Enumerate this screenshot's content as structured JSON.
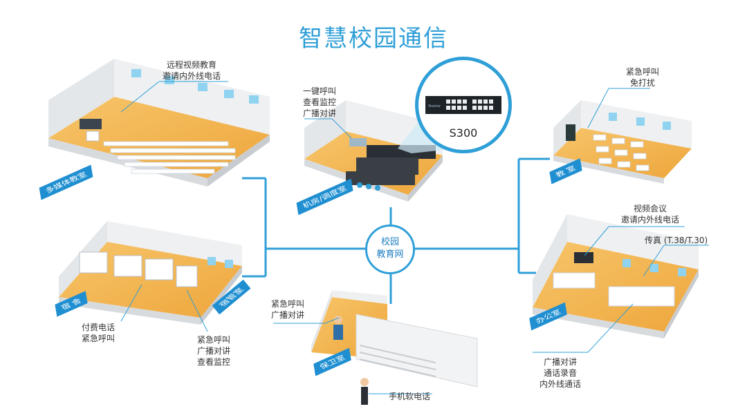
{
  "title": "智慧校园通信",
  "hub": {
    "line1": "校园",
    "line2": "教育网"
  },
  "device": {
    "name": "S300",
    "brand_mark": "Yeastar"
  },
  "rooms": {
    "multimedia": {
      "tag": "多媒体教室",
      "note_line1": "远程视频教育",
      "note_line2": "邀请内外线电话"
    },
    "control": {
      "tag": "机房/调度室",
      "note_line1": "一键呼叫",
      "note_line2": "查看监控",
      "note_line3": "广播对讲"
    },
    "classroom": {
      "tag": "教 室",
      "note_line1": "紧急呼叫",
      "note_line2": "免打扰"
    },
    "dorm": {
      "tag": "宿 舍",
      "tag2": "宿管室",
      "note_a_line1": "付费电话",
      "note_a_line2": "紧急呼叫",
      "note_b_line1": "紧急呼叫",
      "note_b_line2": "广播对讲",
      "note_b_line3": "查看监控"
    },
    "guard": {
      "tag": "保卫室",
      "note_line1": "紧急呼叫",
      "note_line2": "广播对讲",
      "mobile": "手机软电话"
    },
    "office": {
      "tag": "办公室",
      "note_a_line1": "视频会议",
      "note_a_line2": "邀请内外线电话",
      "fax": "传真 (T.38/T.30)",
      "note_b_line1": "广播对讲",
      "note_b_line2": "通话录音",
      "note_b_line3": "内外线通话"
    }
  },
  "colors": {
    "accent": "#2f9fd8",
    "floor": "#f3b24a",
    "wall": "#eef0f2",
    "tag": "#1f8fd1"
  }
}
